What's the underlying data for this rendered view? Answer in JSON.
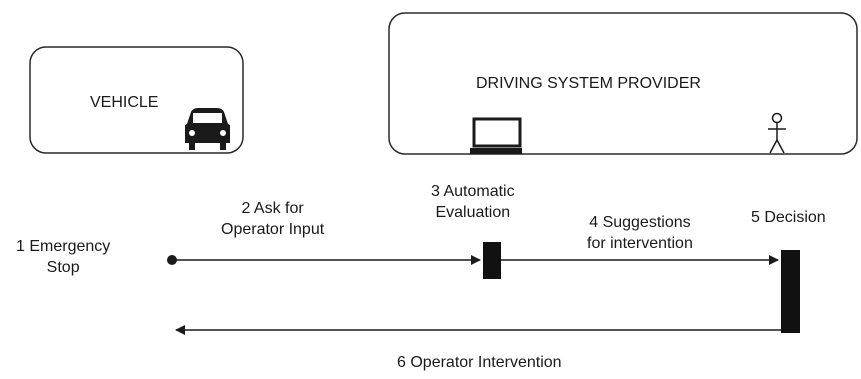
{
  "actors": {
    "vehicle": {
      "label": "VEHICLE",
      "icon": "car-icon"
    },
    "provider": {
      "label": "DRIVING SYSTEM PROVIDER",
      "icons": [
        "computer-monitor-icon",
        "stick-figure-operator-icon"
      ]
    }
  },
  "steps": [
    {
      "lines": [
        "1 Emergency",
        "Stop"
      ]
    },
    {
      "lines": [
        "2 Ask for",
        "Operator Input"
      ]
    },
    {
      "lines": [
        "3 Automatic",
        "Evaluation"
      ]
    },
    {
      "lines": [
        "4 Suggestions",
        "for intervention"
      ]
    },
    {
      "lines": [
        "5 Decision"
      ]
    },
    {
      "lines": [
        "6 Operator Intervention"
      ]
    }
  ],
  "colors": {
    "line": "#1a1a1a",
    "box_border": "#2a2a2a",
    "background": "#ffffff"
  }
}
